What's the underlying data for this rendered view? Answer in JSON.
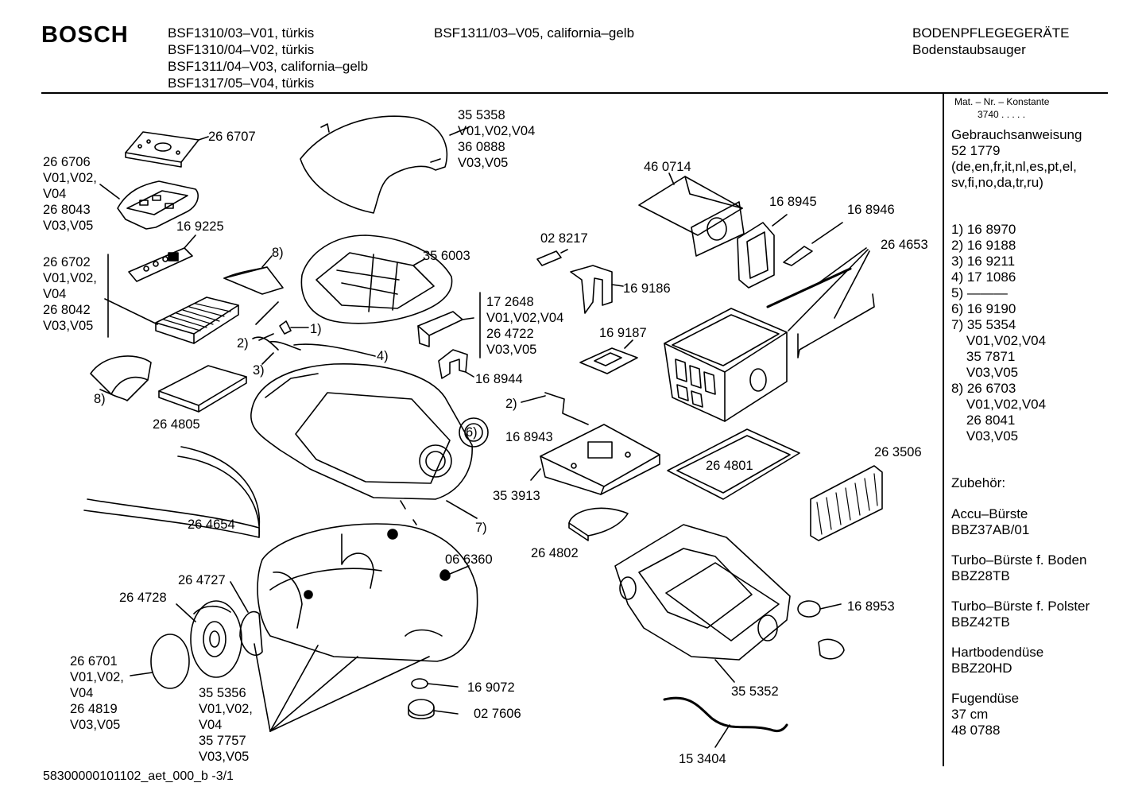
{
  "header": {
    "brand": "BOSCH",
    "models_col1": [
      "BSF1310/03–V01, türkis",
      "BSF1310/04–V02, türkis",
      "BSF1311/04–V03, california–gelb",
      "BSF1317/05–V04, türkis"
    ],
    "models_col2": [
      "BSF1311/03–V05, california–gelb"
    ],
    "category": "BODENPFLEGEGERÄTE",
    "subcategory": "Bodenstaubsauger"
  },
  "sidebar": {
    "mat_label": "Mat. – Nr. – Konstante",
    "mat_value": "3740  .  .  .  .  .",
    "manual": [
      "Gebrauchsanweisung",
      "52 1779",
      "(de,en,fr,it,nl,es,pt,el,",
      "sv,fi,no,da,tr,ru)"
    ],
    "footnotes": [
      "1) 16 8970",
      "2) 16 9188",
      "3) 16 9211",
      "4) 17 1086",
      "5) ———",
      "6) 16 9190",
      "7) 35 5354",
      "    V01,V02,V04",
      "    35 7871",
      "    V03,V05",
      "8) 26 6703",
      "    V01,V02,V04",
      "    26 8041",
      "    V03,V05"
    ],
    "accessories_title": "Zubehör:",
    "accessories": [
      [
        "Accu–Bürste",
        "BBZ37AB/01"
      ],
      [
        "Turbo–Bürste f. Boden",
        "BBZ28TB"
      ],
      [
        "Turbo–Bürste f. Polster",
        "BBZ42TB"
      ],
      [
        "Hartbodendüse",
        "BBZ20HD"
      ],
      [
        "Fugendüse",
        "37 cm",
        "48 0788"
      ]
    ]
  },
  "parts": {
    "p266707": [
      "26 6707"
    ],
    "p266706": [
      "26 6706",
      "V01,V02,",
      "V04",
      "26 8043",
      "V03,V05"
    ],
    "p169225": [
      "16 9225"
    ],
    "p266702": [
      "26 6702",
      "V01,V02,",
      "V04",
      "26 8042",
      "V03,V05"
    ],
    "p8a": [
      "8)"
    ],
    "p8b": [
      "8)"
    ],
    "p1": [
      "1)"
    ],
    "p2a": [
      "2)"
    ],
    "p3": [
      "3)"
    ],
    "p4": [
      "4)"
    ],
    "p355358": [
      "35 5358",
      "V01,V02,V04",
      "36 0888",
      "V03,V05"
    ],
    "p356003": [
      "35 6003"
    ],
    "p172648": [
      "17 2648",
      "V01,V02,V04",
      "26 4722",
      "V03,V05"
    ],
    "p168944": [
      "16 8944"
    ],
    "p264805": [
      "26 4805"
    ],
    "p6": [
      "6)"
    ],
    "p264654": [
      "26 4654"
    ],
    "p7": [
      "7)"
    ],
    "p028217": [
      "02 8217"
    ],
    "p169186": [
      "16 9186"
    ],
    "p169187": [
      "16 9187"
    ],
    "p460714": [
      "46 0714"
    ],
    "p168945": [
      "16 8945"
    ],
    "p168946": [
      "16 8946"
    ],
    "p264653": [
      "26 4653"
    ],
    "p2b": [
      "2)"
    ],
    "p168943": [
      "16 8943"
    ],
    "p353913": [
      "35 3913"
    ],
    "p264801": [
      "26 4801"
    ],
    "p263506": [
      "26 3506"
    ],
    "p264802": [
      "26 4802"
    ],
    "p066360": [
      "06 6360"
    ],
    "p264727": [
      "26 4727"
    ],
    "p264728": [
      "26 4728"
    ],
    "p266701": [
      "26 6701",
      "V01,V02,",
      "V04",
      "26 4819",
      "V03,V05"
    ],
    "p355356": [
      "35 5356",
      "V01,V02,",
      "V04",
      "35 7757",
      "V03,V05"
    ],
    "p169072": [
      "16 9072"
    ],
    "p027606": [
      "02 7606"
    ],
    "p168953": [
      "16 8953"
    ],
    "p355352": [
      "35 5352"
    ],
    "p153404": [
      "15 3404"
    ]
  },
  "footer": {
    "doc_id": "58300000101102_aet_000_b -3/1"
  }
}
